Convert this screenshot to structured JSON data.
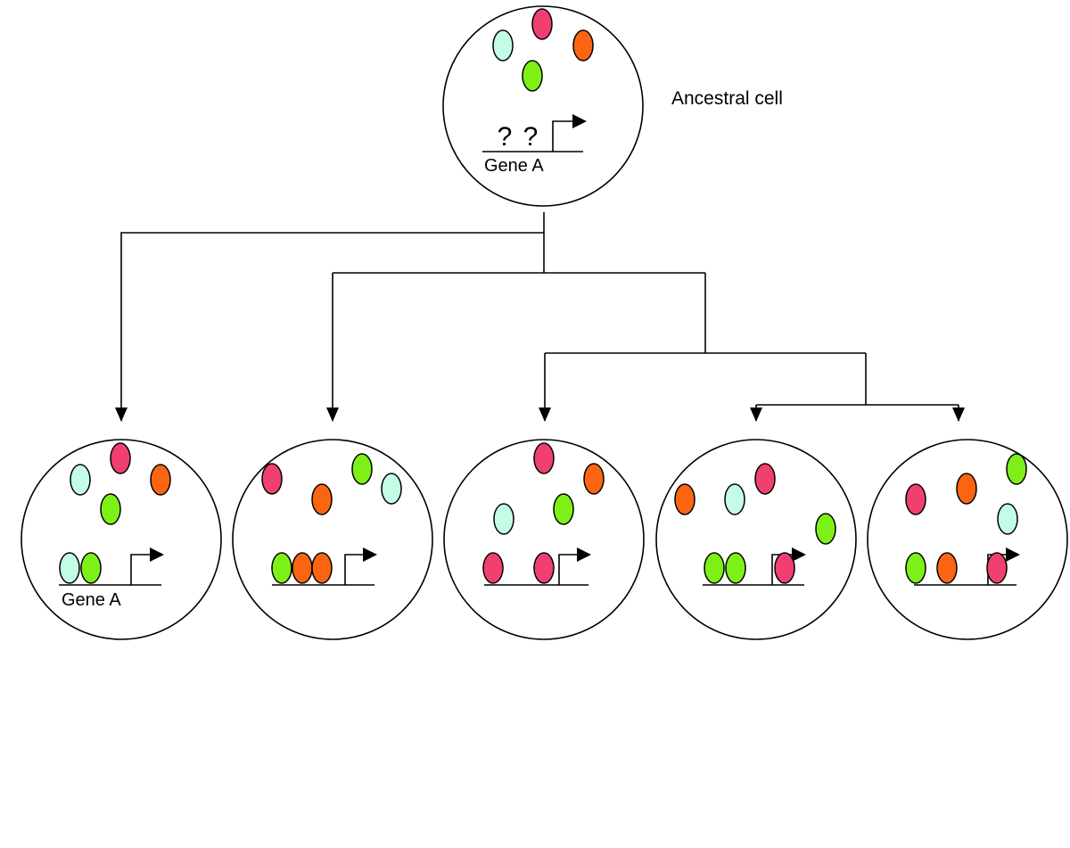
{
  "labels": {
    "ancestral_cell": "Ancestral cell",
    "gene_name": "Gene A",
    "unknown_site": "?"
  },
  "colors": {
    "cyan": "#c4fce6",
    "pink": "#f0406f",
    "orange": "#fb6512",
    "green": "#7df117",
    "outline": "#000000"
  },
  "cells": [
    {
      "id": "ancestral",
      "free_factors": [
        "cyan",
        "pink",
        "orange",
        "green"
      ],
      "promoter_sites": [
        "?",
        "?"
      ]
    },
    {
      "id": "descendant-1",
      "free_factors": [
        "cyan",
        "pink",
        "orange",
        "green"
      ],
      "bound_factors": [
        "cyan",
        "green"
      ]
    },
    {
      "id": "descendant-2",
      "free_factors": [
        "pink",
        "green",
        "orange",
        "cyan"
      ],
      "bound_factors": [
        "green",
        "orange",
        "orange"
      ]
    },
    {
      "id": "descendant-3",
      "free_factors": [
        "pink",
        "orange",
        "cyan",
        "green"
      ],
      "bound_factors": [
        "pink",
        "pink"
      ]
    },
    {
      "id": "descendant-4",
      "free_factors": [
        "orange",
        "cyan",
        "pink",
        "green"
      ],
      "bound_factors": [
        "green",
        "green",
        "pink"
      ]
    },
    {
      "id": "descendant-5",
      "free_factors": [
        "pink",
        "orange",
        "green",
        "cyan"
      ],
      "bound_factors": [
        "green",
        "orange",
        "pink"
      ]
    }
  ]
}
